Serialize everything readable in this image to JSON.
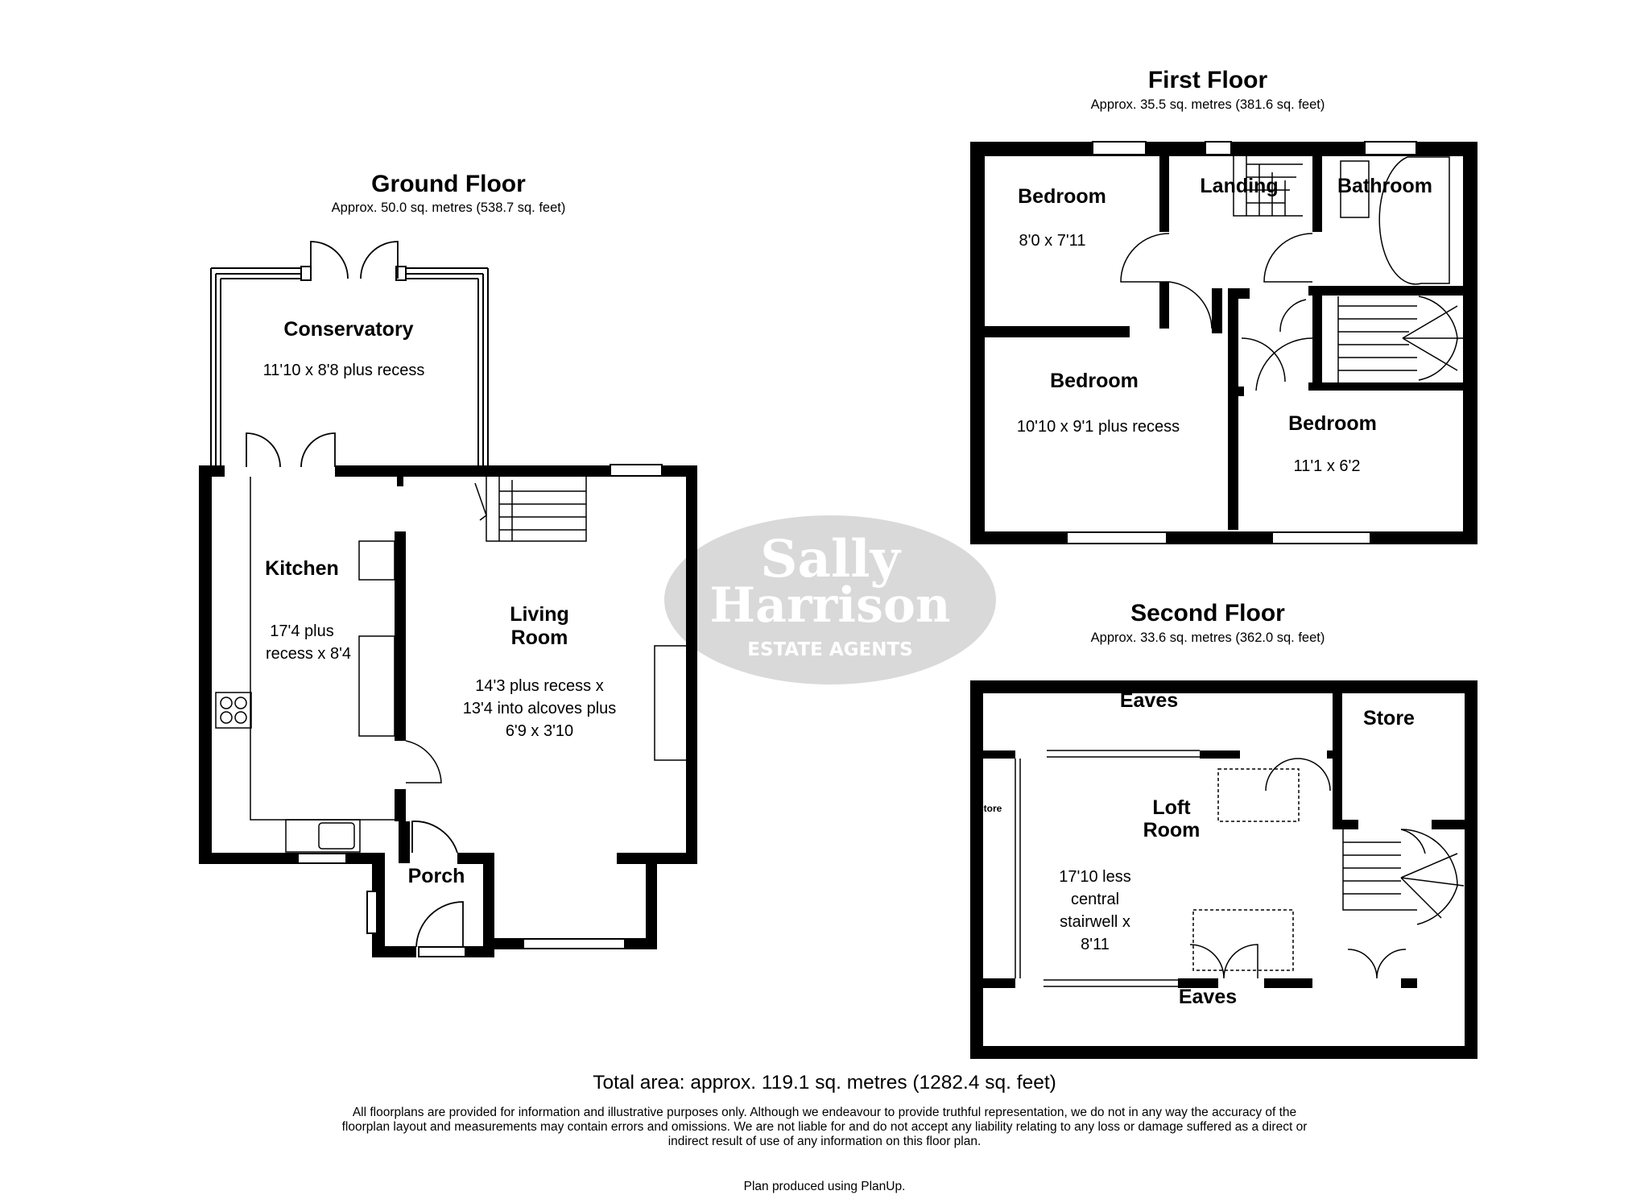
{
  "ground_floor": {
    "title": "Ground Floor",
    "area": "Approx. 50.0 sq. metres (538.7 sq. feet)",
    "rooms": {
      "conservatory": {
        "name": "Conservatory",
        "size": "11'10 x 8'8 plus recess"
      },
      "kitchen": {
        "name": "Kitchen",
        "size_line1": "17'4 plus",
        "size_line2": "recess x 8'4"
      },
      "living_room": {
        "name_line1": "Living",
        "name_line2": "Room",
        "size_line1": "14'3 plus recess x",
        "size_line2": "13'4 into alcoves plus",
        "size_line3": "6'9 x 3'10"
      },
      "porch": {
        "name": "Porch"
      }
    }
  },
  "first_floor": {
    "title": "First Floor",
    "area": "Approx. 35.5 sq. metres (381.6 sq. feet)",
    "rooms": {
      "bedroom_1": {
        "name": "Bedroom",
        "size": "8'0 x 7'11"
      },
      "landing": {
        "name": "Landing"
      },
      "bathroom": {
        "name": "Bathroom"
      },
      "bedroom_2": {
        "name": "Bedroom",
        "size": "10'10 x 9'1 plus recess"
      },
      "bedroom_3": {
        "name": "Bedroom",
        "size": "11'1 x 6'2"
      }
    }
  },
  "second_floor": {
    "title": "Second Floor",
    "area": "Approx. 33.6 sq. metres (362.0 sq. feet)",
    "rooms": {
      "eaves_top": {
        "name": "Eaves"
      },
      "store_right": {
        "name": "Store"
      },
      "store_left": {
        "name": "Store"
      },
      "loft_room": {
        "name_line1": "Loft",
        "name_line2": "Room",
        "size_line1": "17'10 less",
        "size_line2": "central",
        "size_line3": "stairwell x",
        "size_line4": "8'11"
      },
      "eaves_bottom": {
        "name": "Eaves"
      }
    }
  },
  "watermark": {
    "line1": "Sally",
    "line2": "Harrison",
    "line3": "ESTATE AGENTS"
  },
  "total_area": "Total area: approx. 119.1 sq. metres (1282.4 sq. feet)",
  "disclaimer": {
    "line1": "All floorplans are provided for information and illustrative purposes only. Although we endeavour to provide truthful representation, we do not in any way the accuracy of the",
    "line2": "floorplan layout and measurements may contain errors and omissions. We are not liable for and do not accept any liability relating to any loss or damage suffered as a direct or",
    "line3": "indirect result of use of any information on this floor plan."
  },
  "credit": "Plan produced using PlanUp.",
  "colors": {
    "wall": "#000000",
    "watermark_fill": "#d9d9d9",
    "watermark_text": "#ffffff"
  }
}
